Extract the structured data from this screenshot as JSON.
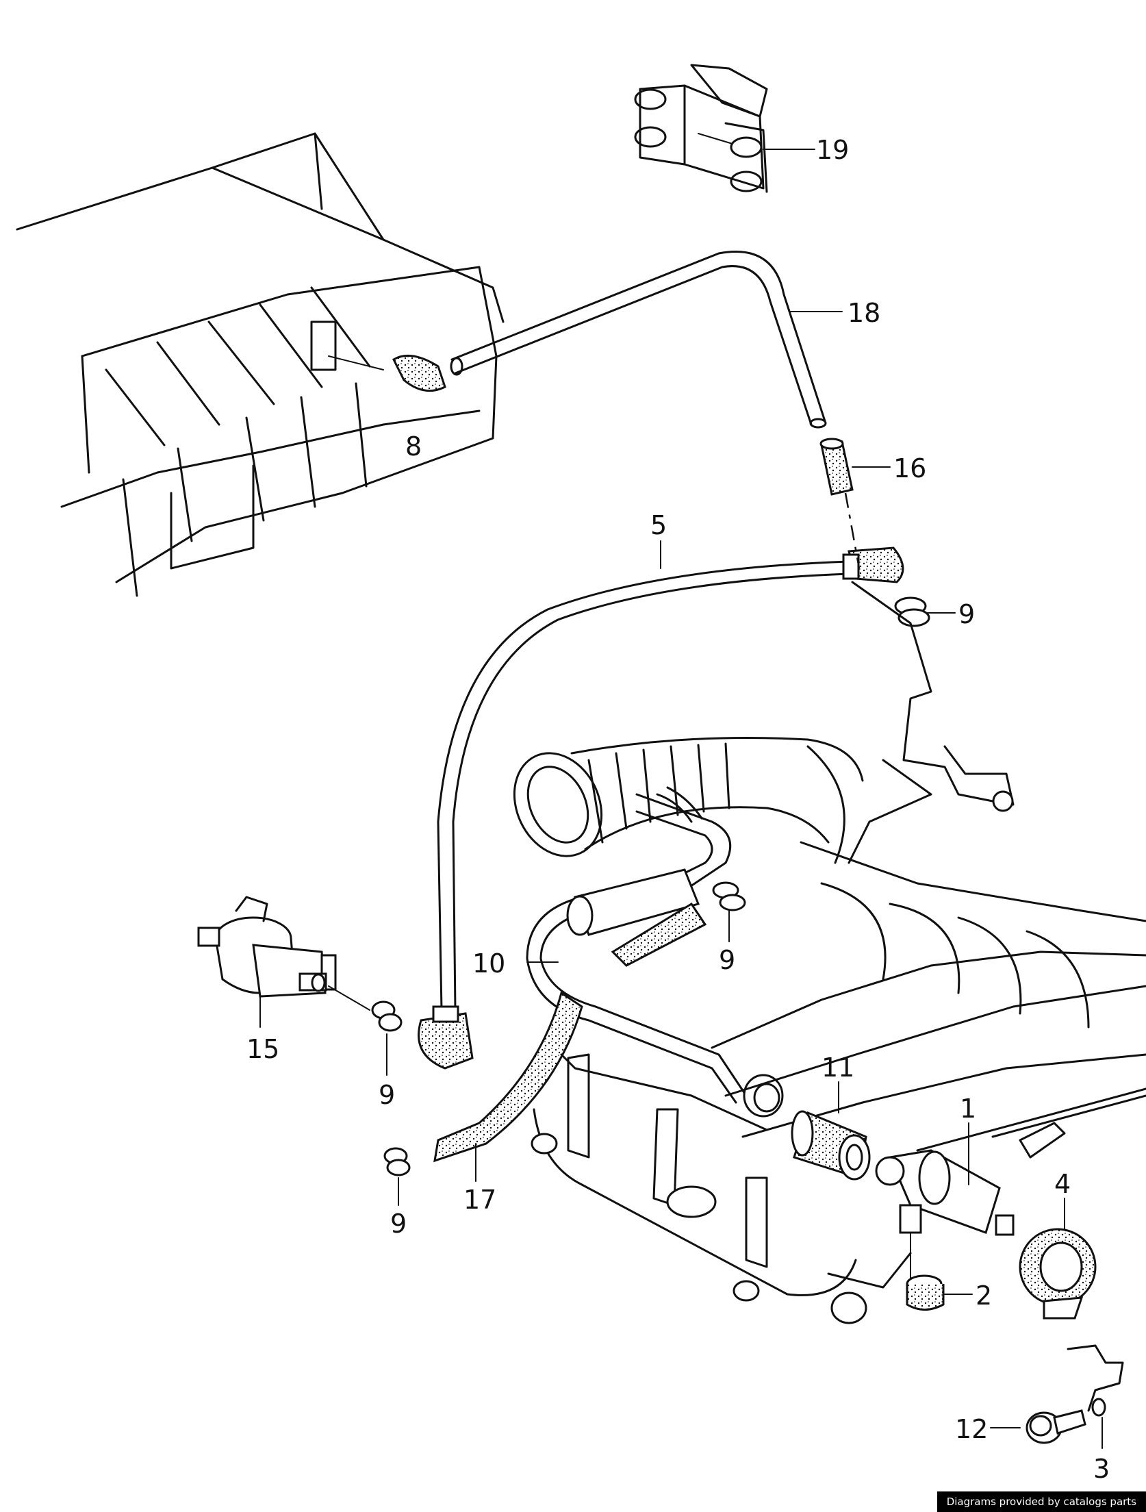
{
  "callouts": [
    {
      "id": "19",
      "label": "19"
    },
    {
      "id": "18",
      "label": "18"
    },
    {
      "id": "8",
      "label": "8"
    },
    {
      "id": "16",
      "label": "16"
    },
    {
      "id": "5",
      "label": "5"
    },
    {
      "id": "9a",
      "label": "9"
    },
    {
      "id": "15",
      "label": "15"
    },
    {
      "id": "10",
      "label": "10"
    },
    {
      "id": "9b",
      "label": "9"
    },
    {
      "id": "9c",
      "label": "9"
    },
    {
      "id": "11",
      "label": "11"
    },
    {
      "id": "1",
      "label": "1"
    },
    {
      "id": "4",
      "label": "4"
    },
    {
      "id": "9d",
      "label": "9"
    },
    {
      "id": "17",
      "label": "17"
    },
    {
      "id": "2",
      "label": "2"
    },
    {
      "id": "12",
      "label": "12"
    },
    {
      "id": "3",
      "label": "3"
    }
  ],
  "credit": "Diagrams provided by catalogs parts"
}
